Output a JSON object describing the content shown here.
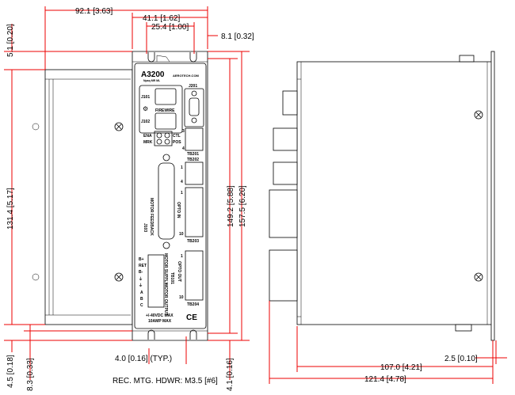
{
  "dimensions": {
    "overall_width": "92.1 [3.63]",
    "panel_width": "41.1 [1.62]",
    "hole_spacing": "25.4 [1.00]",
    "hole_offset_right": "8.1 [0.32]",
    "top_offset": "5.1 [0.20]",
    "body_height": "131.4 [5.17]",
    "bottom_offset": "4.5 [0.18]",
    "bottom_flange": "8.3 [0.33]",
    "hole_height": "149.2 [5.88]",
    "overall_height": "157.5 [6.20]",
    "bottom_hole_offset": "4.1 [0.16]",
    "hole_typ": "4.0 [0.16] (TYP.)",
    "mounting_hardware": "REC. MTG. HDWR: M3.5 [#6]",
    "side_depth": "107.0 [4.21]",
    "side_overall_depth": "121.4 [4.78]",
    "side_flange": "2.5 [0.10]"
  },
  "panel": {
    "logo": "A3200",
    "logo_sub": "Npaq MR ML",
    "website": "AEROTECH.COM",
    "j201": "J201",
    "j101": "J101",
    "firewire": "FIREWIRE",
    "j102": "J102",
    "ena": "ENA",
    "mrk": "MRK",
    "ctl": "CTL",
    "pos": "POS",
    "tb201_pin3": "3",
    "tb201_pin4": "4",
    "tb201": "TB201",
    "tb202": "TB202",
    "tb202_pin1": "1",
    "tb202_pin4": "4",
    "tb203_pin1": "1",
    "opto_in": "OPTO IN",
    "tb203_pin10": "10",
    "tb203": "TB203",
    "motor_feedback": "MOTOR FEEDBACK",
    "j103": "J103",
    "tb101_pins": [
      "B+",
      "RET",
      "B-",
      "⏚",
      "⏚",
      "A",
      "B",
      "C"
    ],
    "motor_supply": "MOTOR SUPPLY",
    "tb101": "TB101",
    "motor_output": "MOTOR OUTPUT",
    "tb204_pin1": "1",
    "opto_out": "OPTO OUT",
    "tb204_pin10": "10",
    "tb204": "TB204",
    "ce": "CE",
    "rating_voltage": "+/-40VDC MAX",
    "rating_current": "10AMP MAX"
  }
}
